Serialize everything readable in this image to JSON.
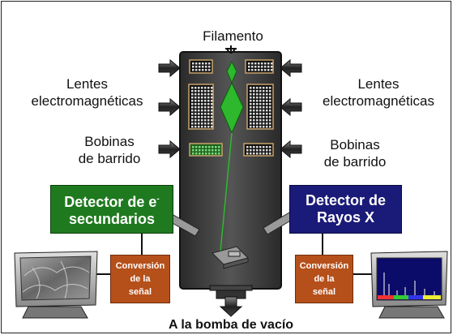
{
  "labels": {
    "filament": "Filamento",
    "lenses_left_1": "Lentes",
    "lenses_left_2": "electromagnéticas",
    "lenses_right_1": "Lentes",
    "lenses_right_2": "electromagnéticas",
    "coils_left_1": "Bobinas",
    "coils_left_2": "de barrido",
    "coils_right_1": "Bobinas",
    "coils_right_2": "de barrido",
    "vacuum": "A la bomba de vacío"
  },
  "detector_secondary": {
    "line1": "Detector de e",
    "sup": "-",
    "line2": "secundarios",
    "color": "#1f7a1f"
  },
  "detector_xray": {
    "line1": "Detector de",
    "line2": "Rayos X",
    "color": "#1a1a78"
  },
  "conversion_left": {
    "l1": "Conversión",
    "l2": "de la",
    "l3": "señal"
  },
  "conversion_right": {
    "l1": "Conversión",
    "l2": "de la",
    "l3": "señal"
  },
  "colors": {
    "column": "#3a3a3a",
    "beam": "#2db82d",
    "conversion": "#b5501a"
  }
}
